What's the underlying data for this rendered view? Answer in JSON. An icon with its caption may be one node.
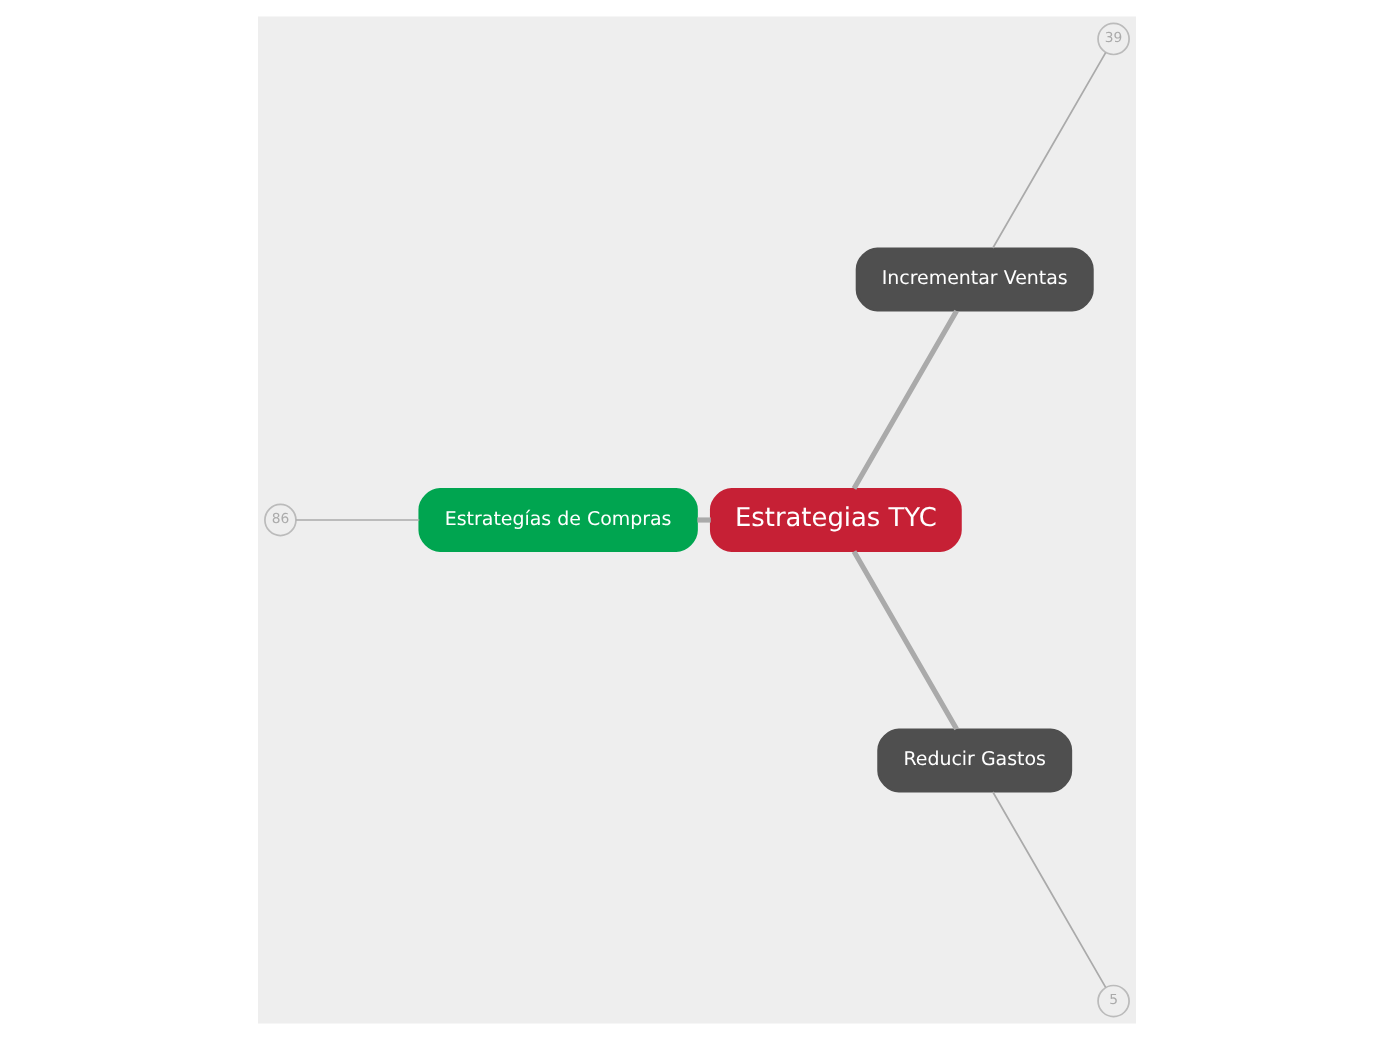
{
  "diagram": {
    "nodes": [
      {
        "text": [
          "Estrategias TYC"
        ]
      },
      {
        "text": [
          "Incrementar Ventas"
        ]
      },
      {
        "text": [
          "Estrategías de Compras"
        ]
      },
      {
        "text": [
          "Reducir Gastos"
        ]
      },
      {
        "text": [
          "39"
        ]
      },
      {
        "text": [
          "86"
        ]
      },
      {
        "text": [
          "5"
        ]
      }
    ],
    "edges": [
      {
        "from": 0,
        "to": 1,
        "arrow": "none",
        "style": "thick"
      },
      {
        "from": 0,
        "to": 2,
        "arrow": "none",
        "style": "thick"
      },
      {
        "from": 0,
        "to": 3,
        "arrow": "none",
        "style": "thick"
      },
      {
        "from": 1,
        "to": 4,
        "arrow": "none"
      },
      {
        "from": 2,
        "to": 5,
        "arrow": "none"
      },
      {
        "from": 3,
        "to": 6,
        "arrow": "none"
      }
    ]
  }
}
